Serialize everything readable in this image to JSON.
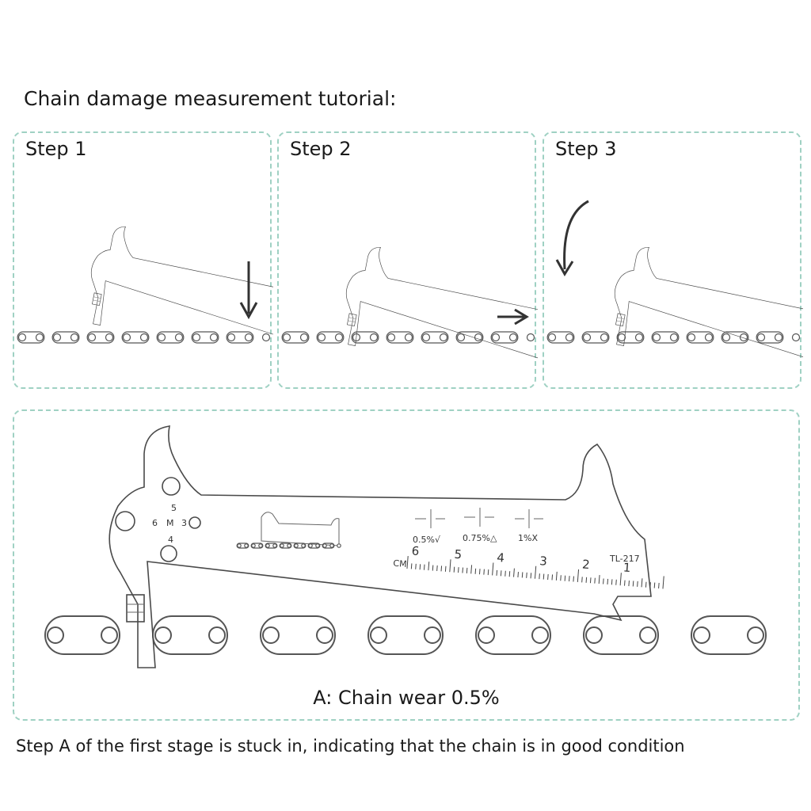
{
  "heading": "Chain damage measurement tutorial:",
  "steps": [
    {
      "label": "Step 1"
    },
    {
      "label": "Step 2"
    },
    {
      "label": "Step 3"
    }
  ],
  "tool": {
    "hole_numbers": [
      "5",
      "6",
      "M",
      "3",
      "4"
    ],
    "wear_marks": [
      "0.5%√",
      "0.75%△",
      "1%X"
    ],
    "model": "TL-217",
    "ruler_unit": "CM",
    "ruler_numbers": [
      "6",
      "5",
      "4",
      "3",
      "2",
      "1"
    ]
  },
  "detail_caption": "A: Chain wear 0.5%",
  "footer": "Step A of the first stage is stuck in, indicating that the chain is in good condition",
  "colors": {
    "panel_border": "#9fd1c3",
    "line": "#4a4a4a"
  }
}
